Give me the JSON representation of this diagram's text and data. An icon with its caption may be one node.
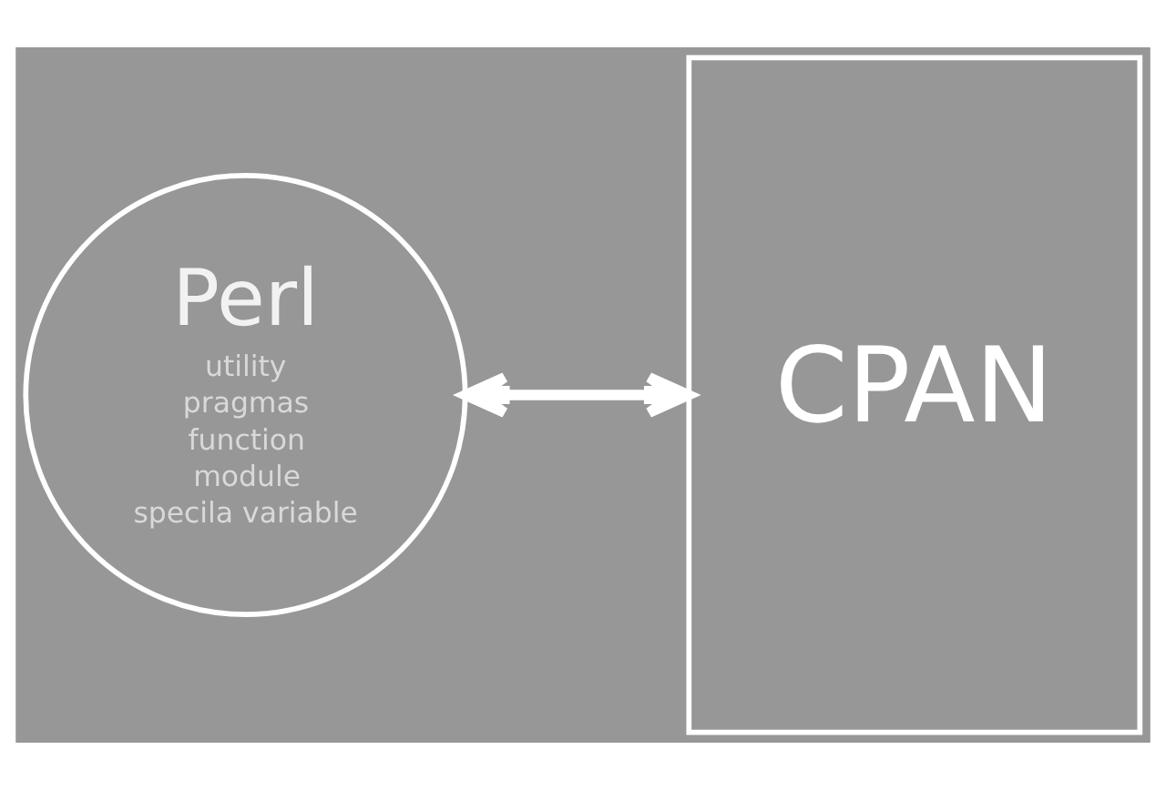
{
  "diagram": {
    "nodes": [
      {
        "text": [
          "Perl",
          "utility",
          "pragmas",
          "function",
          "module",
          "specila variable"
        ]
      },
      {
        "text": [
          "CPAN"
        ]
      }
    ],
    "edges": [
      {
        "from": 0,
        "to": 1,
        "arrow": "both"
      }
    ]
  }
}
